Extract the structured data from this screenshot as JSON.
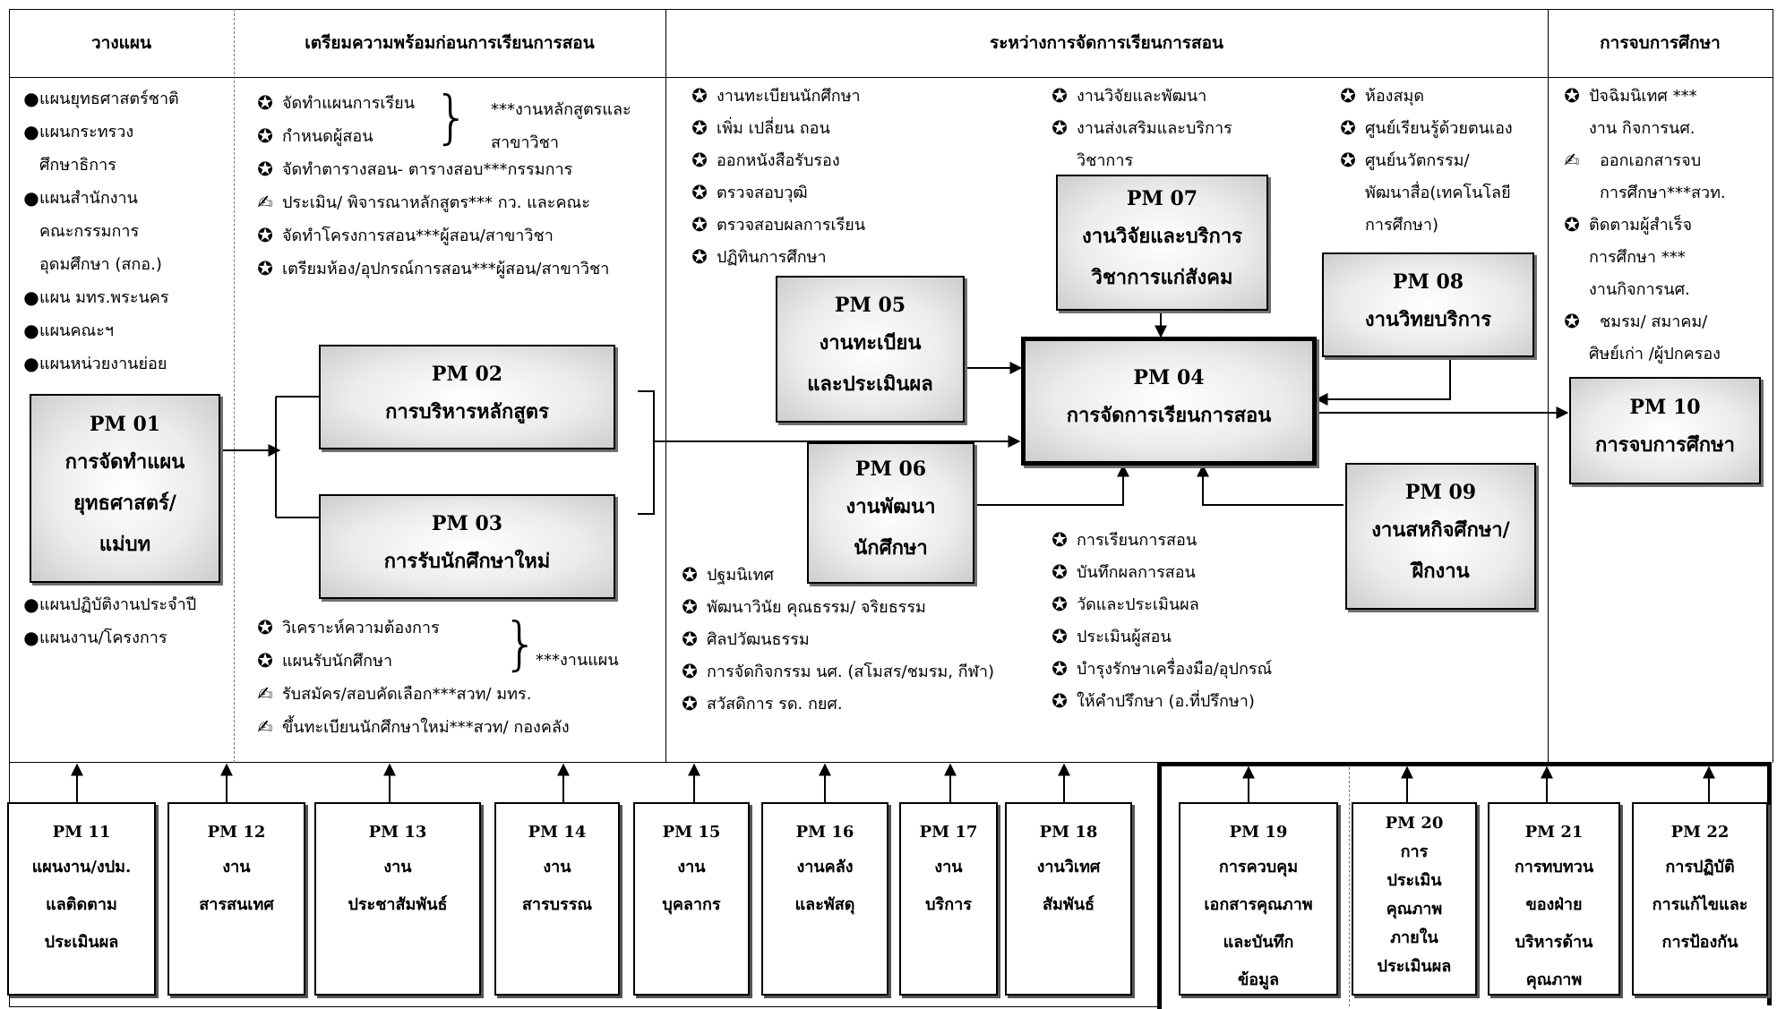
{
  "headers": [
    "วางแผน",
    "เตรียมความพร้อมก่อนการเรียนการสอน",
    "ระหว่างการจัดการเรียนการสอน",
    "การจบการศึกษา"
  ],
  "symbols": {
    "bullet": "●",
    "star": "✪",
    "pencil": "✍"
  },
  "plan_list_top": [
    "แผนยุทธศาสตร์ชาติ",
    "แผนกระทรวง",
    "ศึกษาธิการ",
    "แผนสำนักงาน",
    "คณะกรรมการ",
    "อุดมศึกษา (สกอ.)",
    "แผน มทร.พระนคร",
    "แผนคณะฯ",
    "แผนหน่วยงานย่อย"
  ],
  "plan_list_bottom": [
    "แผนปฏิบัติงานประจำปี",
    "แผนงาน/โครงการ"
  ],
  "prep_top": [
    "จัดทำแผนการเรียน",
    "กำหนดผู้สอน",
    "จัดทำตารางสอน- ตารางสอบ***กรรมการ",
    "ประเมิน/ พิจารณาหลักสูตร*** กว. และคณะ",
    "จัดทำโครงการสอน***ผู้สอน/สาขาวิชา",
    "เตรียมห้อง/อุปกรณ์การสอน***ผู้สอน/สาขาวิชา"
  ],
  "prep_top_note": [
    "***งานหลักสูตรและ",
    "สาขาวิชา"
  ],
  "prep_bottom": [
    "วิเคราะห์ความต้องการ",
    "แผนรับนักศึกษา",
    "รับสมัคร/สอบคัดเลือก***สวท/ มทร.",
    "ขึ้นทะเบียนนักศึกษาใหม่***สวท/ กองคลัง"
  ],
  "prep_bottom_note": "***งานแผน",
  "during_col1": [
    "งานทะเบียนนักศึกษา",
    "เพิ่ม เปลี่ยน ถอน",
    "ออกหนังสือรับรอง",
    "ตรวจสอบวุฒิ",
    "ตรวจสอบผลการเรียน",
    "ปฏิทินการศึกษา"
  ],
  "during_col2": [
    "งานวิจัยและพัฒนา",
    "งานส่งเสริมและบริการ",
    "วิชาการ"
  ],
  "during_col3": [
    "ห้องสมุด",
    "ศูนย์เรียนรู้ด้วยตนเอง",
    "ศูนย์นวัตกรรม/",
    "พัฒนาสื่อ(เทคโนโลยี",
    "การศึกษา)"
  ],
  "during_bottom1": [
    "ปฐมนิเทศ",
    "พัฒนาวินัย คุณธรรม/ จริยธรรม",
    "ศิลปวัฒนธรรม",
    "การจัดกิจกรรม นศ. (สโมสร/ชมรม, กีฬา)",
    "สวัสดิการ รด. กยศ."
  ],
  "during_bottom2": [
    "การเรียนการสอน",
    "บันทึกผลการสอน",
    "วัดและประเมินผล",
    "ประเมินผู้สอน",
    "บำรุงรักษาเครื่องมือ/อุปกรณ์",
    "ให้คำปรึกษา (อ.ที่ปรึกษา)"
  ],
  "grad_list": [
    "ปัจฉิมนิเทศ ***",
    "งาน กิจการนศ.",
    "ออกเอกสารจบ",
    "การศึกษา***สวท.",
    "ติดตามผู้สำเร็จ",
    "การศึกษา ***",
    "งานกิจการนศ.",
    "ชมรม/ สมาคม/",
    "ศิษย์เก่า /ผู้ปกครอง"
  ],
  "pm": {
    "pm01": [
      "PM 01",
      "การจัดทำแผน",
      "ยุทธศาสตร์/",
      "แม่บท"
    ],
    "pm02": [
      "PM 02",
      "การบริหารหลักสูตร"
    ],
    "pm03": [
      "PM 03",
      "การรับนักศึกษาใหม่"
    ],
    "pm04": [
      "PM 04",
      "การจัดการเรียนการสอน"
    ],
    "pm05": [
      "PM 05",
      "งานทะเบียน",
      "และประเมินผล"
    ],
    "pm06": [
      "PM 06",
      "งานพัฒนา",
      "นักศึกษา"
    ],
    "pm07": [
      "PM 07",
      "งานวิจัยและบริการ",
      "วิชาการแก่สังคม"
    ],
    "pm08": [
      "PM 08",
      "งานวิทยบริการ"
    ],
    "pm09": [
      "PM 09",
      "งานสหกิจศึกษา/",
      "ฝึกงาน"
    ],
    "pm10": [
      "PM 10",
      "การจบการศึกษา"
    ]
  },
  "support": [
    [
      "PM 11",
      "แผนงาน/งปม.",
      "แลติดตาม",
      "ประเมินผล"
    ],
    [
      "PM 12",
      "งาน",
      "สารสนเทศ"
    ],
    [
      "PM 13",
      "งาน",
      "ประชาสัมพันธ์"
    ],
    [
      "PM 14",
      "งาน",
      "สารบรรณ"
    ],
    [
      "PM 15",
      "งาน",
      "บุคลากร"
    ],
    [
      "PM 16",
      "งานคลัง",
      "และพัสดุ"
    ],
    [
      "PM 17",
      "งาน",
      "บริการ"
    ],
    [
      "PM 18",
      "งานวิเทศ",
      "สัมพันธ์"
    ],
    [
      "PM 19",
      "การควบคุม",
      "เอกสารคุณภาพ",
      "และบันทึก",
      "ข้อมูล"
    ],
    [
      "PM 20",
      "การ",
      "ประเมิน",
      "คุณภาพ",
      "ภายใน",
      "ประเมินผล"
    ],
    [
      "PM 21",
      "การทบทวน",
      "ของฝ่าย",
      "บริหารด้าน",
      "คุณภาพ"
    ],
    [
      "PM 22",
      "การปฏิบัติ",
      "การแก้ไขและ",
      "การป้องกัน"
    ]
  ]
}
